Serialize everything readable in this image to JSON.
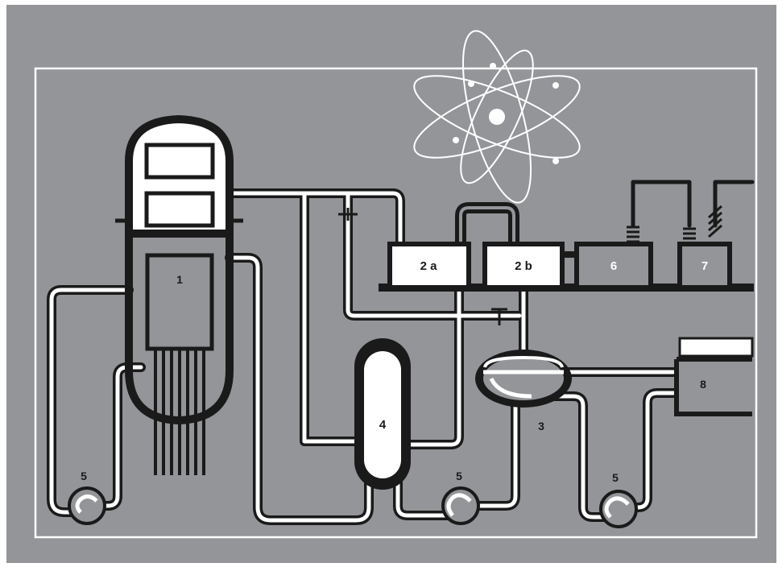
{
  "diagram": {
    "colors": {
      "background": "#939598",
      "outline": "#1a1a1a",
      "fill": "#ffffff"
    },
    "icons": [
      "atom-icon"
    ],
    "labels": {
      "reactor": "1",
      "turbine_hp": "2 a",
      "turbine_lp": "2 b",
      "condenser": "3",
      "steam_separator": "4",
      "pump_left": "5",
      "pump_middle": "5",
      "pump_right": "5",
      "generator": "6",
      "transformer": "7",
      "cooling_unit": "8"
    }
  }
}
